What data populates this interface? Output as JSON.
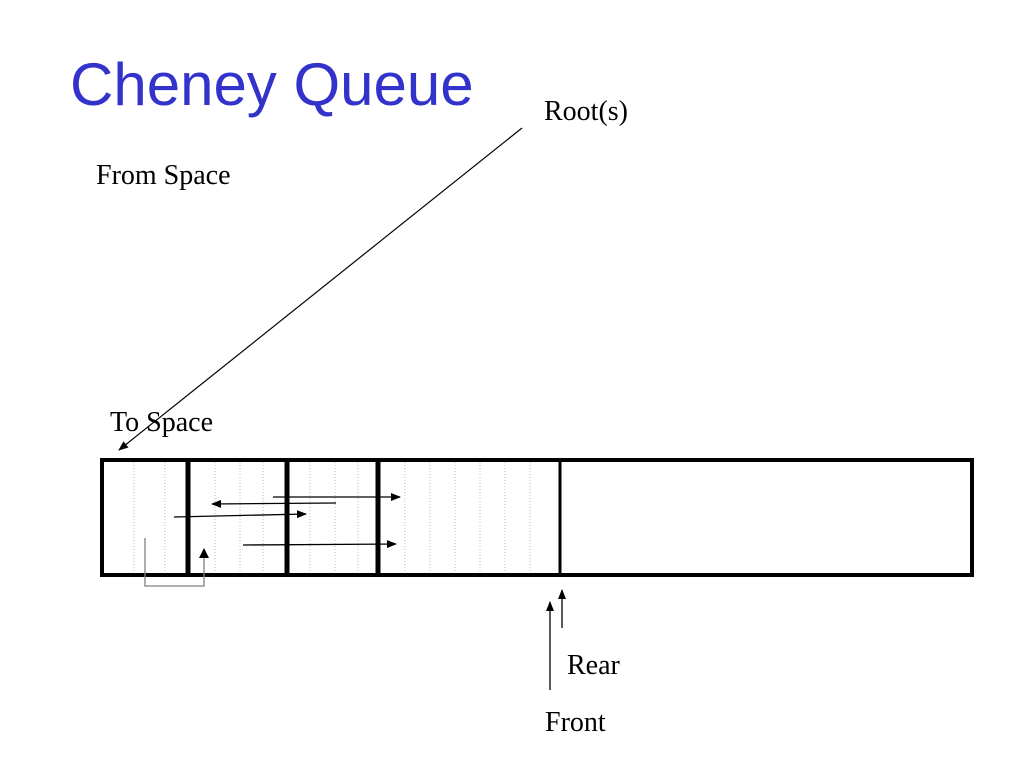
{
  "slide": {
    "title": "Cheney Queue",
    "title_color": "#3333cc"
  },
  "labels": {
    "roots": "Root(s)",
    "from_space": "From Space",
    "to_space": "To Space",
    "rear": "Rear",
    "front": "Front"
  }
}
